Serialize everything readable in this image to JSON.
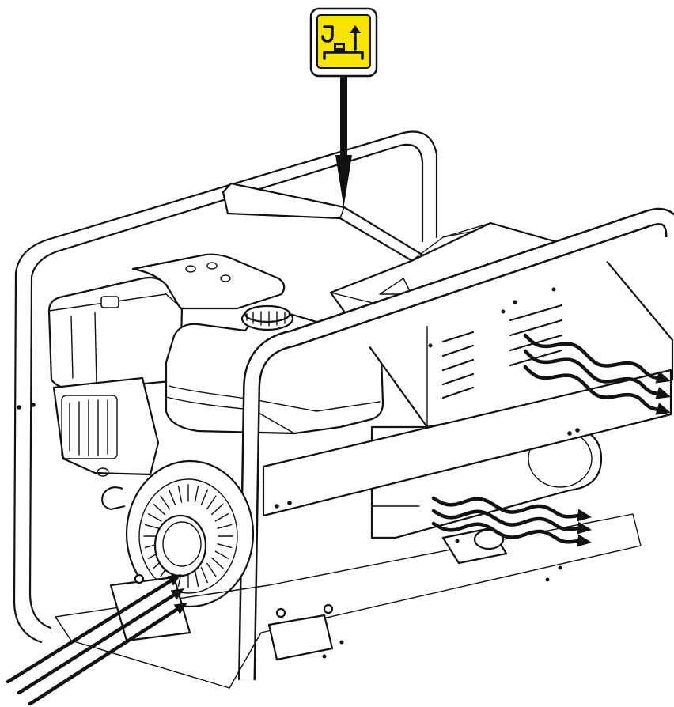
{
  "figure": {
    "lift_sign": {
      "icon": "lifting-hook-icon",
      "colors": {
        "sign_fill": "#F7E500",
        "border": "#111111",
        "background": "#ffffff"
      }
    },
    "airflow": {
      "intake_arrows": 3,
      "exhaust_upper_arrows": 3,
      "exhaust_lower_arrows": 3
    }
  }
}
